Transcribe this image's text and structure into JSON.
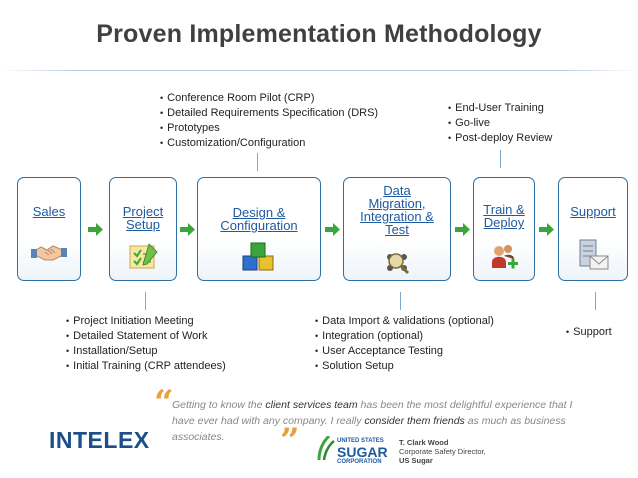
{
  "title": "Proven Implementation Methodology",
  "stages": [
    {
      "id": "sales",
      "label": "Sales",
      "icon": "handshake-icon"
    },
    {
      "id": "project-setup",
      "label": "Project\nSetup",
      "icon": "checklist-icon"
    },
    {
      "id": "design",
      "label": "Design &\nConfiguration",
      "icon": "cubes-icon"
    },
    {
      "id": "data-migration",
      "label": "Data\nMigration,\nIntegration &\nTest",
      "icon": "magnifier-icon"
    },
    {
      "id": "train-deploy",
      "label": "Train &\nDeploy",
      "icon": "users-add-icon"
    },
    {
      "id": "support",
      "label": "Support",
      "icon": "server-mail-icon"
    }
  ],
  "notes": {
    "design_top": [
      "Conference Room Pilot (CRP)",
      "Detailed Requirements Specification (DRS)",
      "Prototypes",
      "Customization/Configuration"
    ],
    "train_top": [
      "End-User Training",
      "Go-live",
      "Post-deploy Review"
    ],
    "setup_bottom": [
      "Project Initiation Meeting",
      "Detailed Statement of Work",
      "Installation/Setup",
      "Initial Training (CRP attendees)"
    ],
    "migration_bottom": [
      "Data Import & validations (optional)",
      "Integration (optional)",
      "User Acceptance Testing",
      "Solution Setup"
    ],
    "support_bottom": [
      "Support"
    ]
  },
  "quote": {
    "part1": "Getting to know the ",
    "bold1": "client services team",
    "part2": " has been the most delightful experience that I have ever had with any company.  I really ",
    "bold2": "consider them friends",
    "part3": " as much as business associates."
  },
  "logo": "INTELEX",
  "sugar": {
    "line1": "UNITED STATES",
    "line2": "SUGAR",
    "line3": "CORPORATION"
  },
  "credit": {
    "name": "T. Clark Wood",
    "role": "Corporate Safety Director,",
    "company": "US Sugar"
  },
  "colors": {
    "accent": "#1f5aa0",
    "arrow": "#3aa53a",
    "quote_mark": "#e8a13a"
  }
}
